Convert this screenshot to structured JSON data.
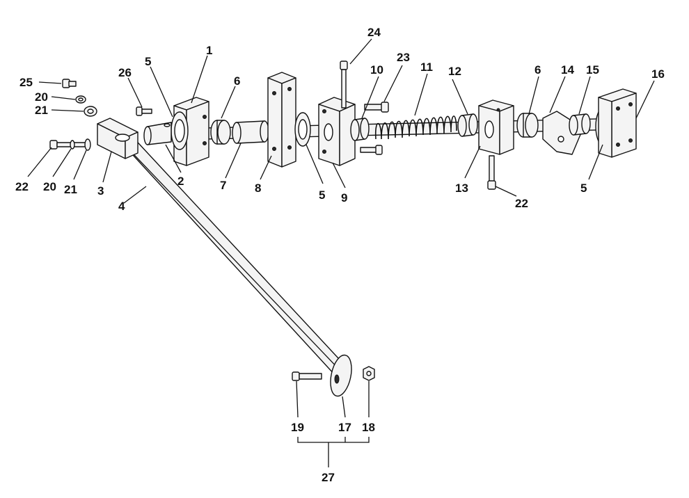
{
  "labels": {
    "p1": "1",
    "p2": "2",
    "p3": "3",
    "p4": "4",
    "p5a": "5",
    "p5b": "5",
    "p5c": "5",
    "p6a": "6",
    "p6b": "6",
    "p7": "7",
    "p8": "8",
    "p9": "9",
    "p10": "10",
    "p11": "11",
    "p12": "12",
    "p13": "13",
    "p14": "14",
    "p15": "15",
    "p16": "16",
    "p17": "17",
    "p18": "18",
    "p19": "19",
    "p20a": "20",
    "p20b": "20",
    "p21a": "21",
    "p21b": "21",
    "p22a": "22",
    "p22b": "22",
    "p23": "23",
    "p24": "24",
    "p25": "25",
    "p26": "26",
    "p27": "27"
  }
}
